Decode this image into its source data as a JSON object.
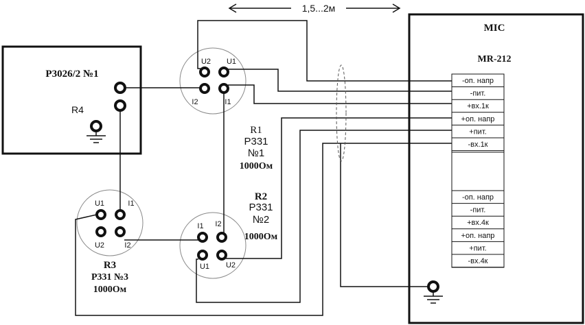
{
  "dimension": {
    "label": "1,5...2м"
  },
  "device_p3026": {
    "title": "Р3026/2 №1",
    "r_label": "R4"
  },
  "r1": {
    "name": "R1",
    "model": "Р331",
    "number": "№1",
    "value": "1000Ом",
    "pins": {
      "u1": "U1",
      "u2": "U2",
      "i1": "I1",
      "i2": "I2"
    }
  },
  "r2": {
    "name": "R2",
    "model": "Р331",
    "number": "№2",
    "value": "1000Ом",
    "pins": {
      "u1": "U1",
      "u2": "U2",
      "i1": "I1",
      "i2": "I2"
    }
  },
  "r3": {
    "name": "R3",
    "model": "Р331 №3",
    "value": "1000Ом",
    "pins": {
      "u1": "U1",
      "u2": "U2",
      "i1": "I1",
      "i2": "I2"
    }
  },
  "mic": {
    "title": "MIC",
    "model": "MR-212",
    "block1": [
      "-оп. напр",
      "-пит.",
      "+вх.1к",
      "+оп. напр",
      "+пит.",
      "-вх.1к"
    ],
    "block4": [
      "-оп. напр",
      "-пит.",
      "+вх.4к",
      "+оп. напр",
      "+пит.",
      "-вх.4к"
    ]
  }
}
